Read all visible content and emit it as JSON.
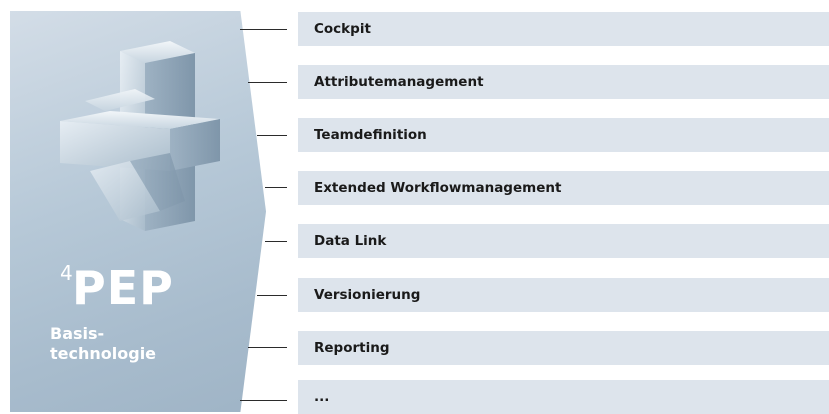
{
  "brand": {
    "superscript": "4",
    "name": "PEP",
    "subtitle_line1": "Basis-",
    "subtitle_line2": "technologie"
  },
  "modules": [
    {
      "label": "Cockpit"
    },
    {
      "label": "Attributemanagement"
    },
    {
      "label": "Teamdefinition"
    },
    {
      "label": "Extended Workflowmanagement"
    },
    {
      "label": "Data Link"
    },
    {
      "label": "Versionierung"
    },
    {
      "label": "Reporting"
    },
    {
      "label": "..."
    }
  ],
  "colors": {
    "panel": "#b6c8d7",
    "module_bar": "#dde4ec",
    "connector": "#2b2b2b",
    "brand_text": "#ffffff"
  },
  "icons": {
    "cube": "cube-icon"
  }
}
